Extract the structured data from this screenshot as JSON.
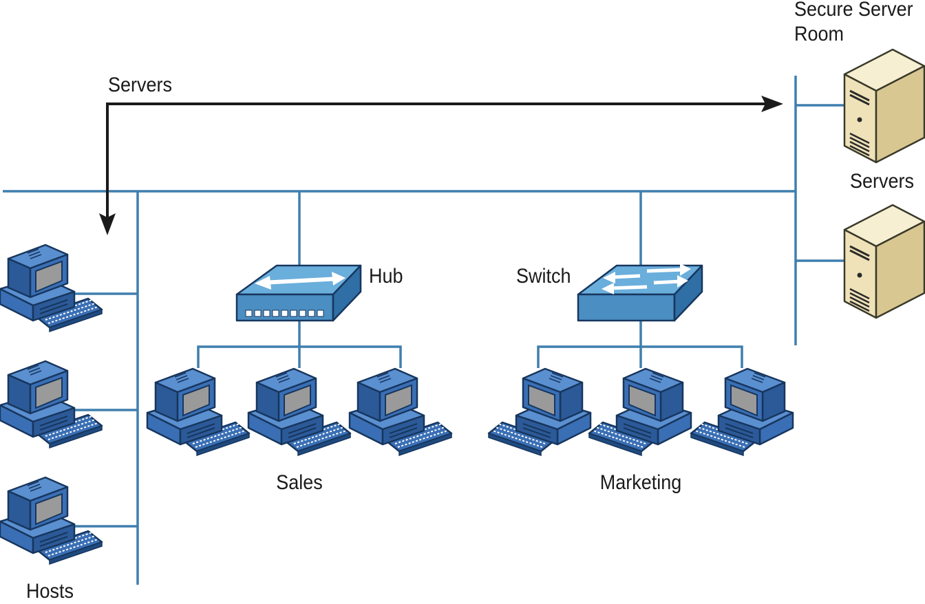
{
  "labels": {
    "secure_room_line1": "Secure Server",
    "secure_room_line2": "Room",
    "servers_flow": "Servers",
    "servers_group": "Servers",
    "hub": "Hub",
    "switch": "Switch",
    "sales": "Sales",
    "marketing": "Marketing",
    "hosts": "Hosts"
  },
  "colors": {
    "network_line": "#3f7fae",
    "computer_blue": "#3a6fb5",
    "computer_dark": "#17365e",
    "screen": "#9a9a9a",
    "device_blue": "#4a8ec2",
    "device_top": "#6aaedc",
    "server_beige": "#efe2b8",
    "flow_arrow": "#1a1a1a"
  },
  "icons": {
    "host": "desktop-computer-icon",
    "hub": "hub-icon",
    "switch": "switch-icon",
    "server": "server-tower-icon"
  }
}
